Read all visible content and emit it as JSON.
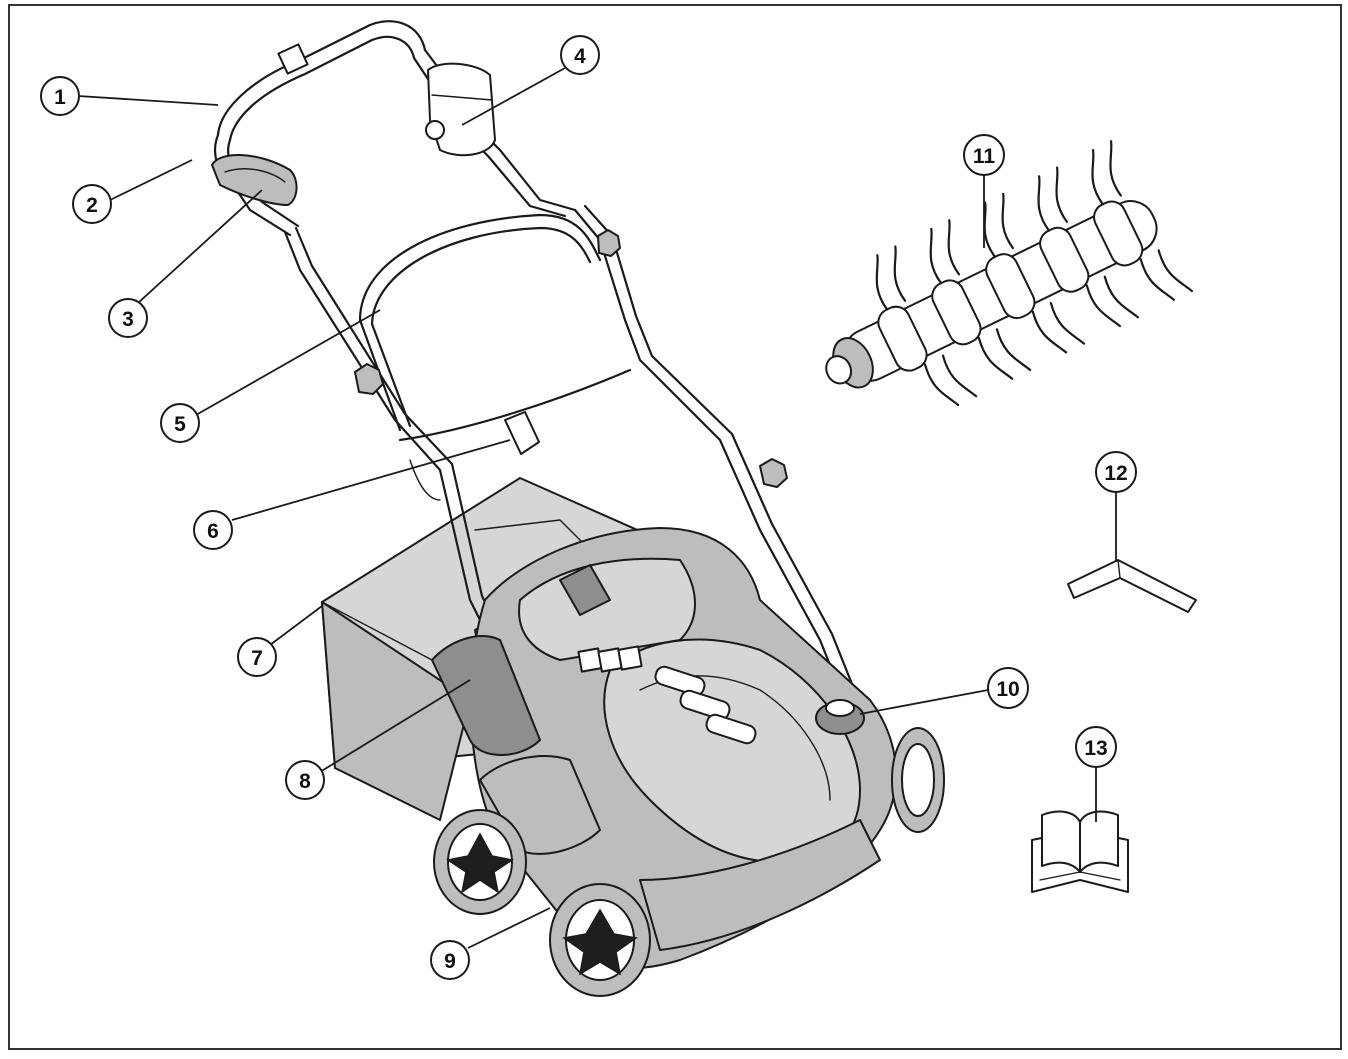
{
  "diagram": {
    "callouts": [
      {
        "id": "1",
        "label": "1"
      },
      {
        "id": "2",
        "label": "2"
      },
      {
        "id": "3",
        "label": "3"
      },
      {
        "id": "4",
        "label": "4"
      },
      {
        "id": "5",
        "label": "5"
      },
      {
        "id": "6",
        "label": "6"
      },
      {
        "id": "7",
        "label": "7"
      },
      {
        "id": "8",
        "label": "8"
      },
      {
        "id": "9",
        "label": "9"
      },
      {
        "id": "10",
        "label": "10"
      },
      {
        "id": "11",
        "label": "11"
      },
      {
        "id": "12",
        "label": "12"
      },
      {
        "id": "13",
        "label": "13"
      }
    ],
    "colors": {
      "outline": "#1a1a1a",
      "fill_grey": "#bdbdbd",
      "fill_light_grey": "#d6d6d6",
      "fill_dark_grey": "#8e8e8e",
      "background": "#ffffff"
    }
  }
}
